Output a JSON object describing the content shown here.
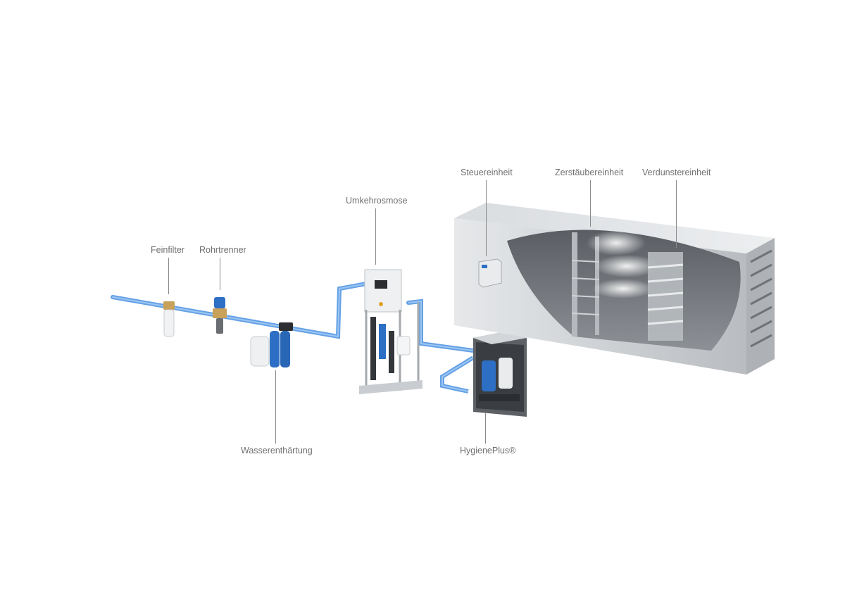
{
  "labels": {
    "feinfilter": "Feinfilter",
    "rohrtrenner": "Rohrtrenner",
    "wasserenthaertung": "Wasserenthärtung",
    "umkehrosmose": "Umkehrosmose",
    "hygieneplus": "HygienePlus®",
    "steuereinheit": "Steuereinheit",
    "zerstaeubereinheit": "Zerstäubereinheit",
    "verdunstereinheit": "Verdunstereinheit"
  },
  "colors": {
    "water_pipe": "#4a90e2",
    "pipe_highlight": "#9cc6f2",
    "steel": "#c9cdd1",
    "steel_dark": "#8e9297",
    "interior": "#6b6f74",
    "tank_blue": "#2d6fc4",
    "label_text": "#6f6f6f",
    "leader_line": "#8a8a8a"
  }
}
